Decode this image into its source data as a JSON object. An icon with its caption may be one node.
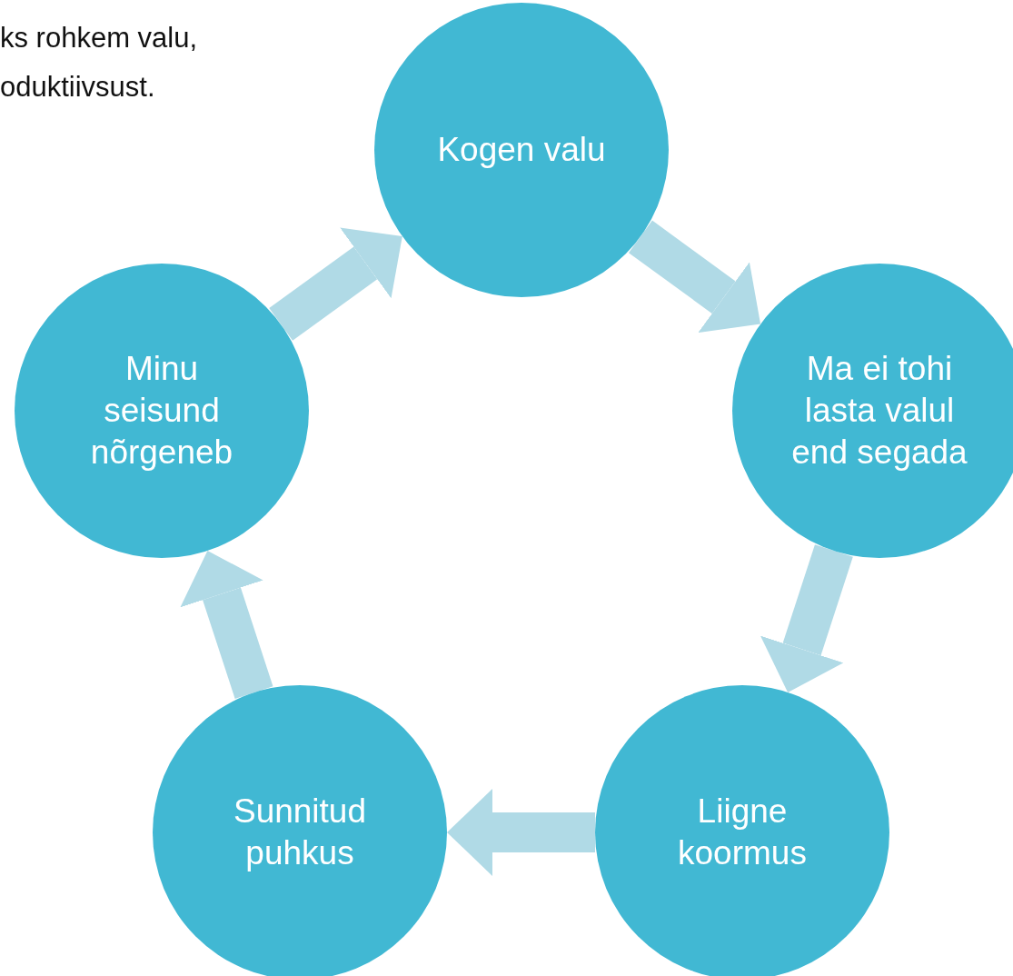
{
  "diagram": {
    "nodes": [
      {
        "text": [
          "Kogen valu"
        ]
      },
      {
        "text": [
          "Ma ei tohi lasta valul end segada"
        ]
      },
      {
        "text": [
          "Liigne koormus"
        ]
      },
      {
        "text": [
          "Sunnitud puhkus"
        ]
      },
      {
        "text": [
          "Minu seisund nõrgeneb"
        ]
      }
    ],
    "edges": [
      {
        "from": 0,
        "to": 1,
        "arrow": "to"
      },
      {
        "from": 1,
        "to": 2,
        "arrow": "to"
      },
      {
        "from": 2,
        "to": 3,
        "arrow": "to"
      },
      {
        "from": 3,
        "to": 4,
        "arrow": "to"
      },
      {
        "from": 4,
        "to": 0,
        "arrow": "to"
      }
    ],
    "labels": [
      "ks rohkem valu,",
      "oduktiivsust."
    ]
  }
}
